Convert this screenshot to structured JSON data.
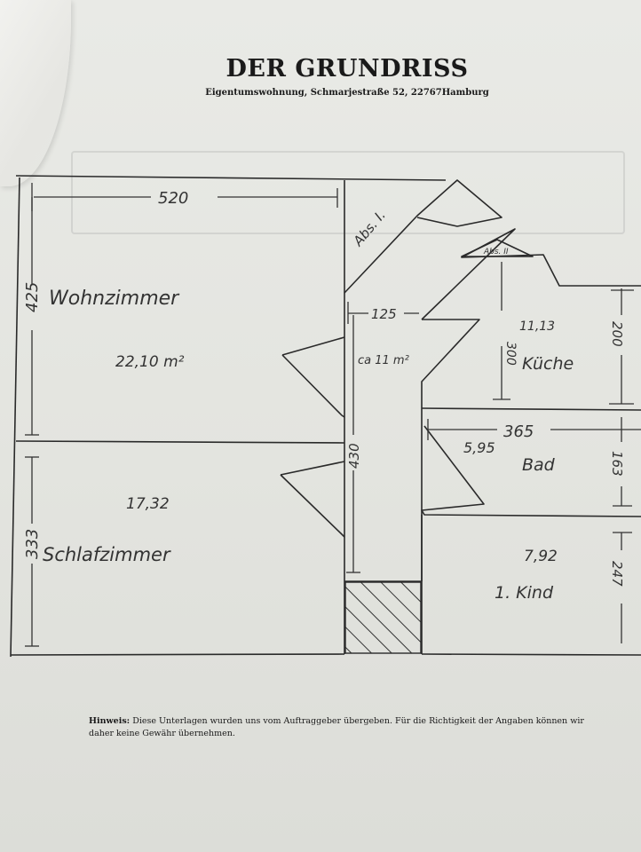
{
  "document": {
    "title": "DER GRUNDRISS",
    "subtitle": "Eigentumswohnung, Schmarjestraße 52, 22767Hamburg",
    "note_label": "Hinweis:",
    "note_text": "Diese Unterlagen wurden uns vom Auftraggeber übergeben. Für die Richtigkeit der Angaben können wir daher keine Gewähr übernehmen."
  },
  "plan": {
    "dimensions": {
      "top_width": "520",
      "living_height": "425",
      "bedroom_height": "333",
      "hall_width": "125",
      "hall_height": "430",
      "kitchen_depth": "300",
      "kitchen_right": "200",
      "bath_width": "365",
      "bath_right": "163",
      "child_right": "247"
    },
    "rooms": {
      "living": {
        "name": "Wohnzimmer",
        "area": "22,10 m²"
      },
      "bedroom": {
        "name": "Schlafzimmer",
        "area": "17,32"
      },
      "hall": {
        "area": "ca 11 m²"
      },
      "kitchen": {
        "name": "Küche",
        "area": "11,13"
      },
      "bath": {
        "name": "Bad",
        "area": "5,95"
      },
      "child": {
        "name": "1. Kind",
        "area": "7,92"
      },
      "section1": "Abs. I.",
      "section2": "Abs. II"
    }
  }
}
